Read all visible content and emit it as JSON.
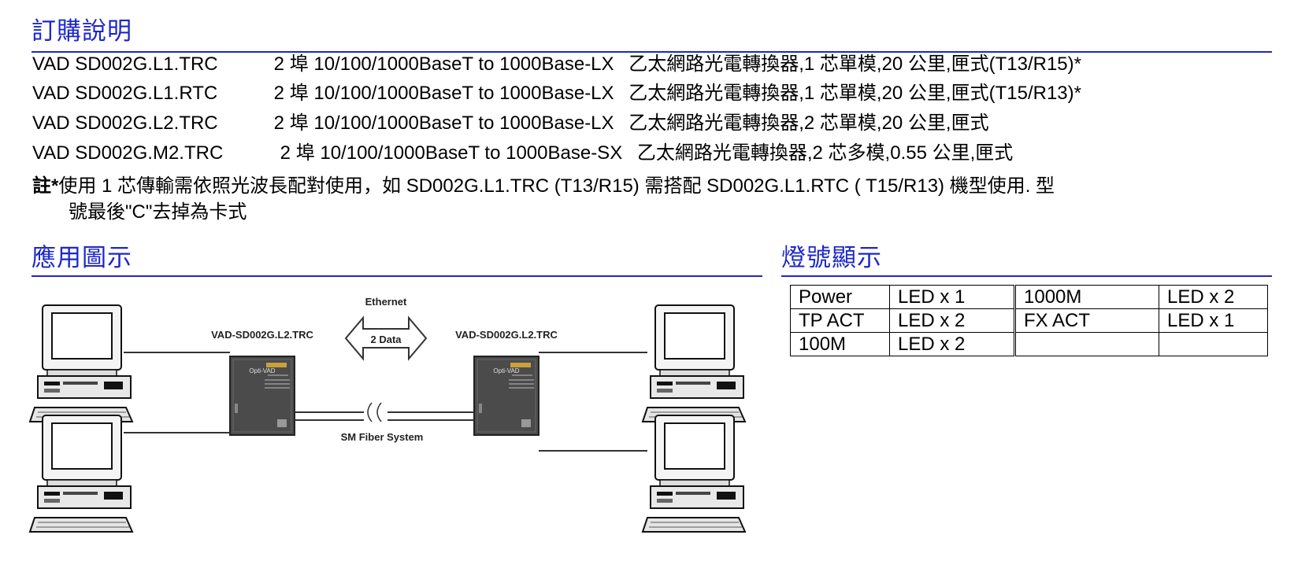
{
  "order_section": {
    "title": "訂購說明",
    "lines": [
      {
        "model": "VAD SD002G.L1.TRC",
        "spec": "2 埠 10/100/1000BaseT to 1000Base-LX",
        "desc": "乙太網路光電轉換器,1 芯單模,20 公里,匣式(T13/R15)*"
      },
      {
        "model": "VAD SD002G.L1.RTC",
        "spec": "2 埠 10/100/1000BaseT to 1000Base-LX",
        "desc": "乙太網路光電轉換器,1 芯單模,20 公里,匣式(T15/R13)*"
      },
      {
        "model": "VAD SD002G.L2.TRC",
        "spec": "2 埠 10/100/1000BaseT to 1000Base-LX",
        "desc": "乙太網路光電轉換器,2 芯單模,20 公里,匣式"
      },
      {
        "model": "VAD SD002G.M2.TRC",
        "spec": "2 埠 10/100/1000BaseT to 1000Base-SX",
        "desc": "乙太網路光電轉換器,2 芯多模,0.55 公里,匣式"
      }
    ],
    "note_mark": "註*",
    "note_text": "使用 1 芯傳輸需依照光波長配對使用，如 SD002G.L1.TRC (T13/R15) 需搭配 SD002G.L1.RTC ( T15/R13) 機型使用. 型",
    "note_continuation": "號最後\"C\"去掉為卡式"
  },
  "application_section": {
    "title": "應用圖示",
    "diagram": {
      "ethernet_label": "Ethernet",
      "data_label": "2 Data",
      "left_device_label": "VAD-SD002G.L2.TRC",
      "right_device_label": "VAD-SD002G.L2.TRC",
      "fiber_label": "SM Fiber System",
      "device_logo_text": "Opti-VAD"
    }
  },
  "led_section": {
    "title": "燈號顯示",
    "rows": [
      [
        "Power",
        "LED x 1",
        "1000M",
        "LED x 2"
      ],
      [
        "TP ACT",
        "LED x 2",
        "FX ACT",
        "LED x 1"
      ],
      [
        "100M",
        "LED x 2",
        "",
        ""
      ]
    ]
  },
  "colors": {
    "heading": "#1d27c9",
    "rule": "#1d27c9",
    "device_body": "#4b4b4b"
  }
}
